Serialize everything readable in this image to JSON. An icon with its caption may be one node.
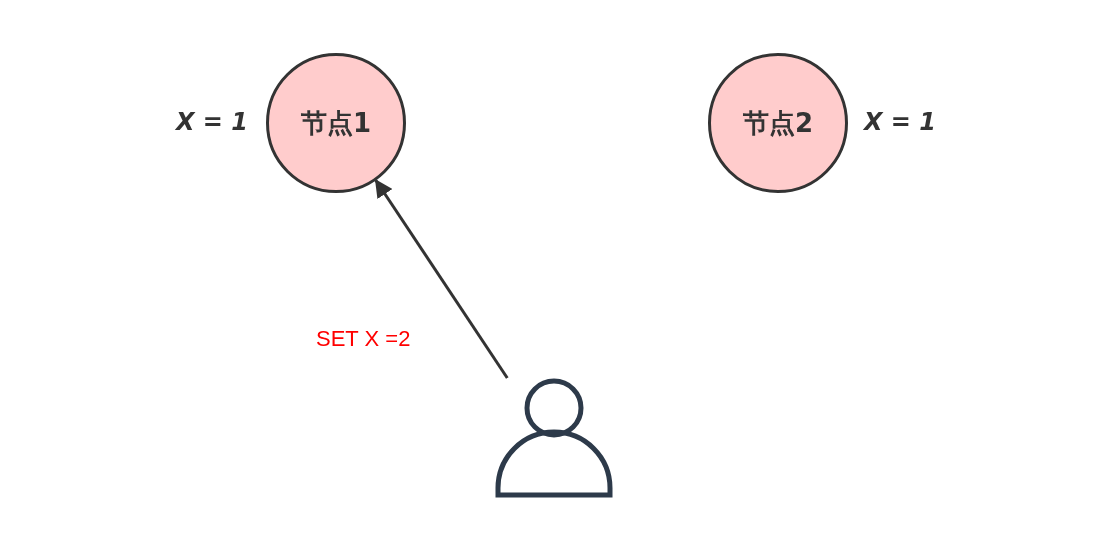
{
  "diagram": {
    "nodes": [
      {
        "text": [
          "节点1"
        ],
        "beside": [
          "X = 1"
        ]
      },
      {
        "text": [
          "节点2"
        ],
        "beside": [
          "X = 1"
        ]
      },
      {
        "text": [],
        "shape": "person"
      }
    ],
    "edges": [
      {
        "from": 2,
        "to": 0,
        "arrow": "to",
        "label": "SET X =2"
      }
    ]
  }
}
